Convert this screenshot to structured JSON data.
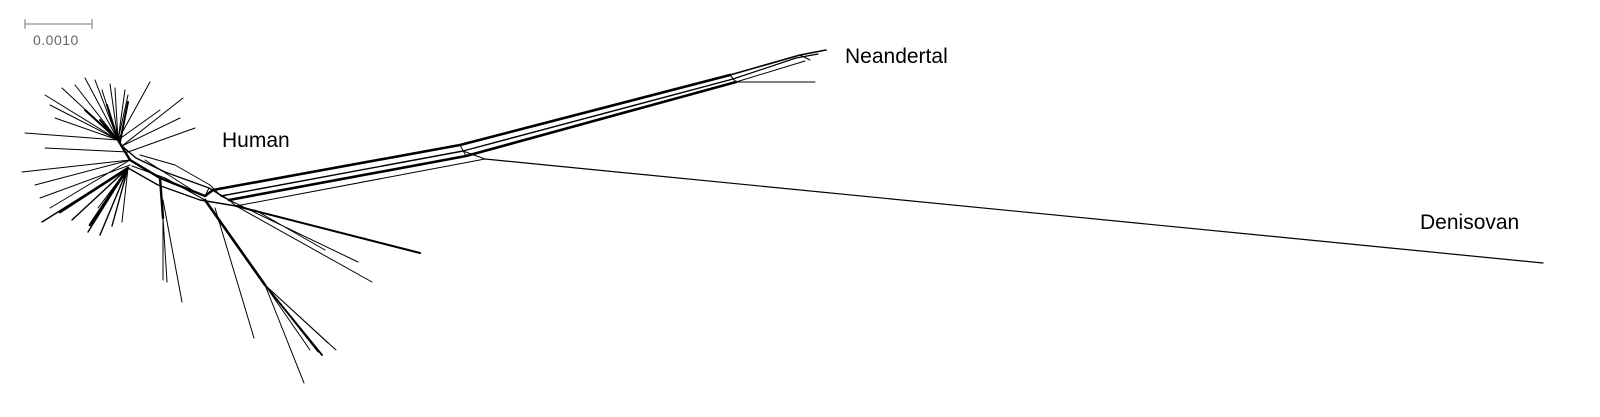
{
  "scale_bar": {
    "label": "0.0010"
  },
  "taxa": {
    "neandertal": "Neandertal",
    "human": "Human",
    "denisovan": "Denisovan"
  },
  "colors": {
    "edge": "#000000",
    "scale": "#777777",
    "background": "#ffffff"
  }
}
